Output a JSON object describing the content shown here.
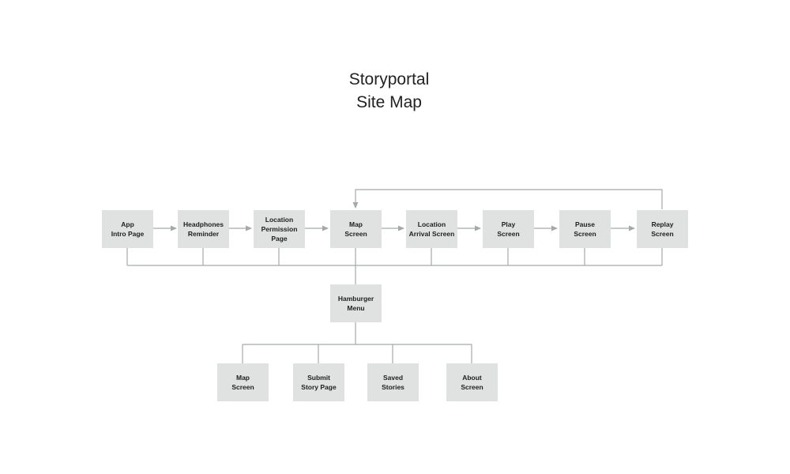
{
  "title": {
    "line1": "Storyportal",
    "line2": "Site Map"
  },
  "main_flow": [
    {
      "id": "app-intro-page",
      "lines": [
        "App",
        "Intro Page"
      ]
    },
    {
      "id": "headphones-reminder",
      "lines": [
        "Headphones",
        "Reminder"
      ]
    },
    {
      "id": "location-permission-page",
      "lines": [
        "Location",
        "Permission",
        "Page"
      ]
    },
    {
      "id": "map-screen",
      "lines": [
        "Map",
        "Screen"
      ]
    },
    {
      "id": "location-arrival-screen",
      "lines": [
        "Location",
        "Arrival Screen"
      ]
    },
    {
      "id": "play-screen",
      "lines": [
        "Play",
        "Screen"
      ]
    },
    {
      "id": "pause-screen",
      "lines": [
        "Pause",
        "Screen"
      ]
    },
    {
      "id": "replay-screen",
      "lines": [
        "Replay",
        "Screen"
      ]
    }
  ],
  "menu": {
    "id": "hamburger-menu",
    "lines": [
      "Hamburger",
      "Menu"
    ]
  },
  "submenu": [
    {
      "id": "menu-map-screen",
      "lines": [
        "Map",
        "Screen"
      ]
    },
    {
      "id": "submit-story-page",
      "lines": [
        "Submit",
        "Story Page"
      ]
    },
    {
      "id": "saved-stories",
      "lines": [
        "Saved",
        "Stories"
      ]
    },
    {
      "id": "about-screen",
      "lines": [
        "About",
        "Screen"
      ]
    }
  ],
  "colors": {
    "node_fill": "#e0e2e1",
    "connector": "#a3aaa8",
    "text": "#1e1e1e"
  }
}
